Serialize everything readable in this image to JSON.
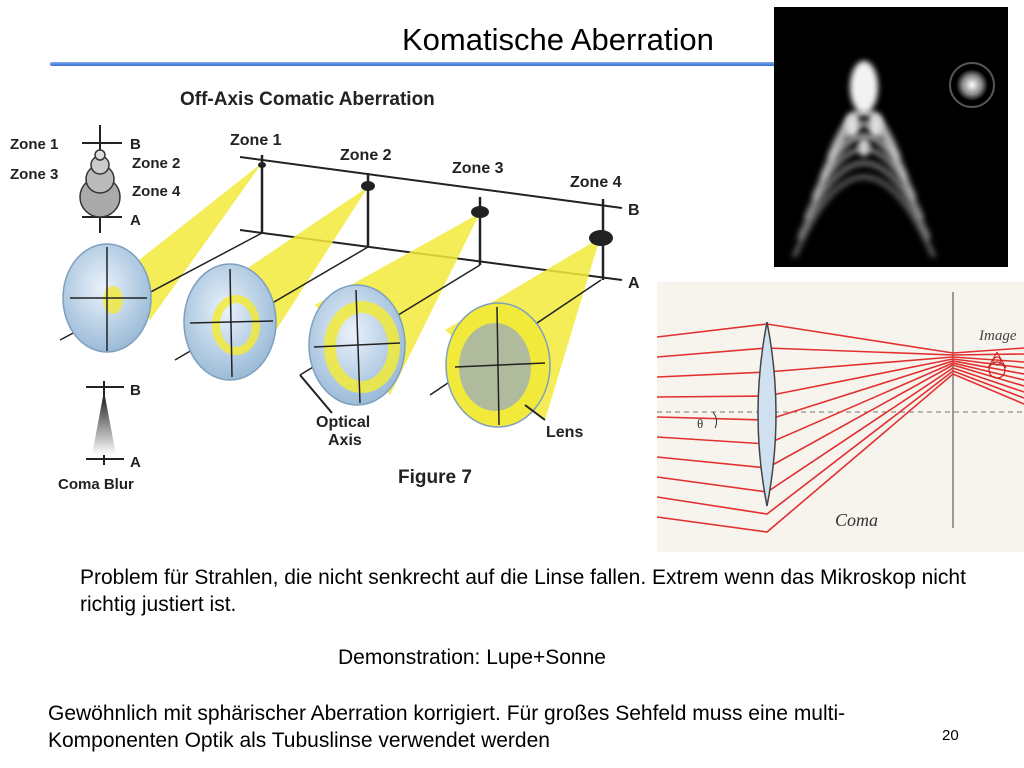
{
  "slide": {
    "title": "Komatische Aberration",
    "page_number": "20",
    "paragraph1": "Problem für Strahlen, die nicht senkrecht auf die Linse fallen. Extrem wenn das Mikroskop nicht richtig justiert ist.",
    "demonstration": "Demonstration: Lupe+Sonne",
    "paragraph2": "Gewöhnlich mit sphärischer Aberration korrigiert. Für großes Sehfeld muss eine multi-Komponenten Optik als Tubuslinse verwendet werden"
  },
  "figure_left": {
    "heading": "Off-Axis Comatic Aberration",
    "legend_zone1": "Zone 1",
    "legend_zone2": "Zone 2",
    "legend_zone3": "Zone 3",
    "legend_zone4": "Zone 4",
    "label_b": "B",
    "label_a": "A",
    "zones": [
      "Zone 1",
      "Zone 2",
      "Zone 3",
      "Zone 4"
    ],
    "blur_b": "B",
    "blur_a": "A",
    "blur_caption": "Coma Blur",
    "optical_axis_1": "Optical",
    "optical_axis_2": "Axis",
    "lens_label": "Lens",
    "figure_caption": "Figure 7"
  },
  "figure_coma": {
    "image_label": "Image",
    "theta": "θ",
    "caption": "Coma"
  },
  "colors": {
    "title_rule": "#3a6fd0",
    "ray_red": "#e23030",
    "cone_yellow": "#f2ea3a",
    "lens_blue": "#cfe0f0"
  }
}
